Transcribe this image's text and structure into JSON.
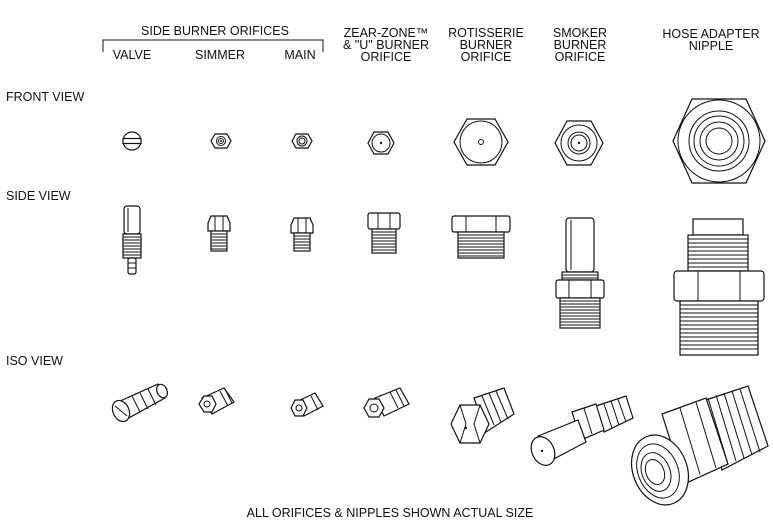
{
  "headers": {
    "side_burner_group": "SIDE BURNER ORIFICES",
    "valve": "VALVE",
    "simmer": "SIMMER",
    "main": "MAIN",
    "zear_zone": [
      "ZEAR-ZONE™",
      "& \"U\" BURNER",
      "ORIFICE"
    ],
    "rotisserie": [
      "ROTISSERIE",
      "BURNER",
      "ORIFICE"
    ],
    "smoker": [
      "SMOKER",
      "BURNER",
      "ORIFICE"
    ],
    "hose_adapter": [
      "HOSE ADAPTER",
      "NIPPLE"
    ]
  },
  "rows": {
    "front": "FRONT VIEW",
    "side": "SIDE VIEW",
    "iso": "ISO VIEW"
  },
  "footer": "ALL ORIFICES & NIPPLES SHOWN ACTUAL SIZE"
}
